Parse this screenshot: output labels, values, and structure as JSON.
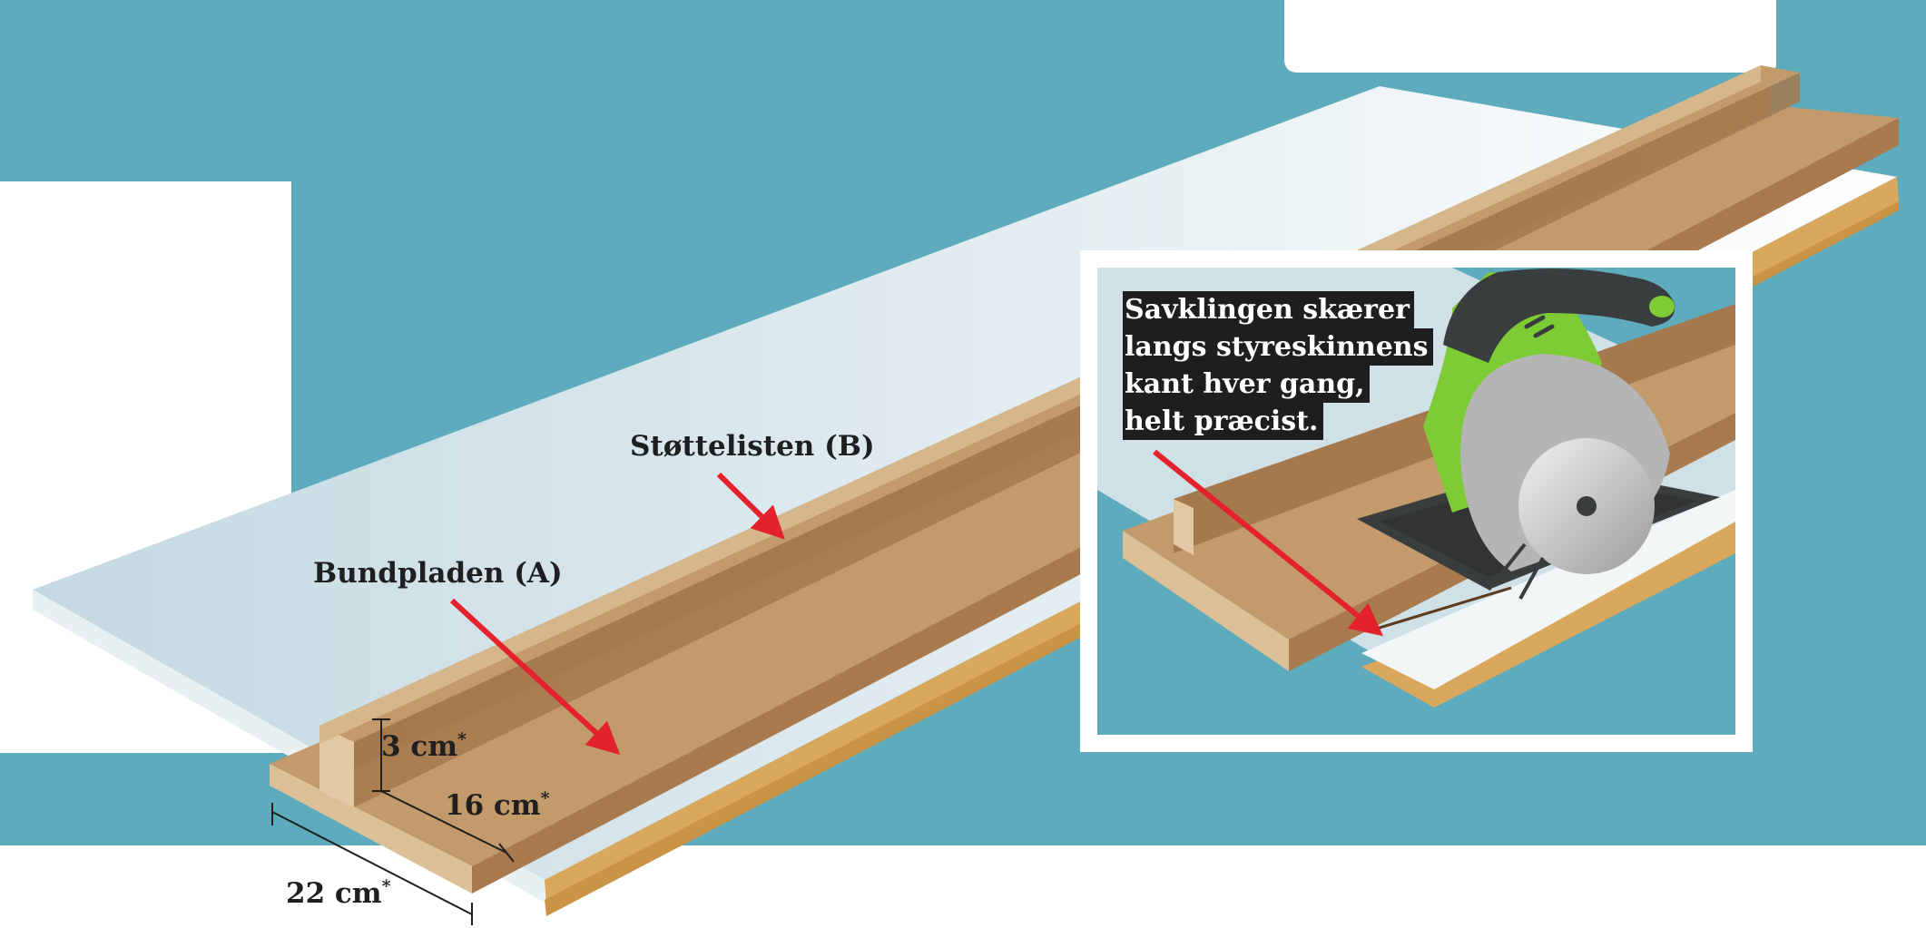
{
  "labels": {
    "support_strip": "Støttelisten (B)",
    "base_plate": "Bundpladen (A)"
  },
  "dimensions": {
    "height": {
      "value": "3 cm",
      "mark": "*"
    },
    "strip_width": {
      "value": "16 cm",
      "mark": "*"
    },
    "plate_width": {
      "value": "22 cm",
      "mark": "*"
    }
  },
  "inset": {
    "caption_lines": [
      "Savklingen skærer",
      "langs styreskinnens",
      "kant hver gang,",
      "helt præcist."
    ]
  },
  "colors": {
    "background": "#5eabbd",
    "board_light": "#c2d9e1",
    "board_edge": "#e6eef1",
    "mdf_edge": "#d9a85d",
    "wood_top": "#c39a6b",
    "wood_dark": "#a6784e",
    "arrow": "#e3222b",
    "saw_green": "#7dcb35",
    "saw_dark": "#3a3d3d"
  }
}
